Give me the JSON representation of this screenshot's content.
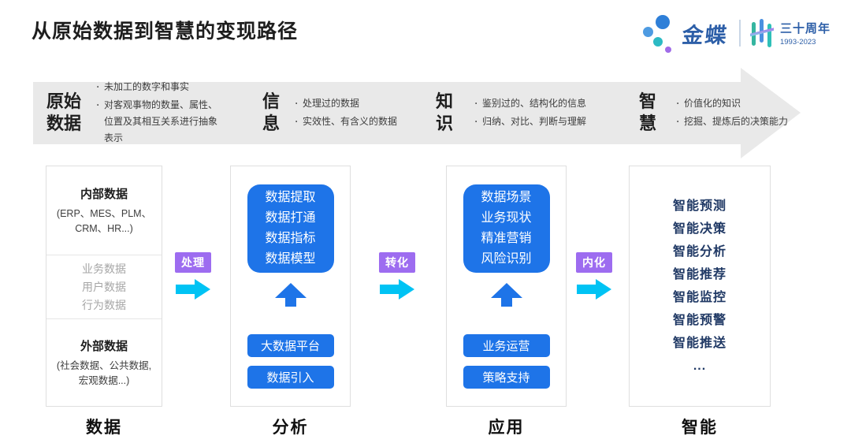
{
  "page": {
    "title": "从原始数据到智慧的变现路径"
  },
  "logo": {
    "brand": "金蝶",
    "anniversary": "三十周年",
    "years": "1993-2023"
  },
  "banner": {
    "bullet": "·",
    "stages": [
      {
        "term": "原始\n数据",
        "points": [
          "未加工的数字和事实",
          "对客观事物的数量、属性、位置及其相互关系进行抽象表示"
        ]
      },
      {
        "term": "信\n息",
        "points": [
          "处理过的数据",
          "实效性、有含义的数据"
        ]
      },
      {
        "term": "知\n识",
        "points": [
          "鉴别过的、结构化的信息",
          "归纳、对比、判断与理解"
        ]
      },
      {
        "term": "智\n慧",
        "points": [
          "价值化的知识",
          "挖掘、提炼后的决策能力"
        ]
      }
    ]
  },
  "connectors": [
    {
      "label": "处理"
    },
    {
      "label": "转化"
    },
    {
      "label": "内化"
    }
  ],
  "columns": [
    {
      "label": "数据",
      "internal_title": "内部数据",
      "internal_subtitle": "(ERP、MES、PLM、CRM、HR...)",
      "middle_items": [
        "业务数据",
        "用户数据",
        "行为数据"
      ],
      "external_title": "外部数据",
      "external_subtitle": "(社会数据、公共数据, 宏观数据...)"
    },
    {
      "label": "分析",
      "card_lines": [
        "数据提取",
        "数据打通",
        "数据指标",
        "数据模型"
      ],
      "buttons": [
        "大数据平台",
        "数据引入"
      ]
    },
    {
      "label": "应用",
      "card_lines": [
        "数据场景",
        "业务现状",
        "精准营销",
        "风险识别"
      ],
      "buttons": [
        "业务运营",
        "策略支持"
      ]
    },
    {
      "label": "智能",
      "items": [
        "智能预测",
        "智能决策",
        "智能分析",
        "智能推荐",
        "智能监控",
        "智能预警",
        "智能推送",
        "..."
      ]
    }
  ],
  "colors": {
    "accent_blue": "#1E74E8",
    "accent_cyan": "#00C3F4",
    "accent_purple": "#9D6CF0",
    "navy_text": "#1F3864",
    "banner_gray": "#E9E9E9",
    "brand_blue": "#2D5FA8"
  }
}
